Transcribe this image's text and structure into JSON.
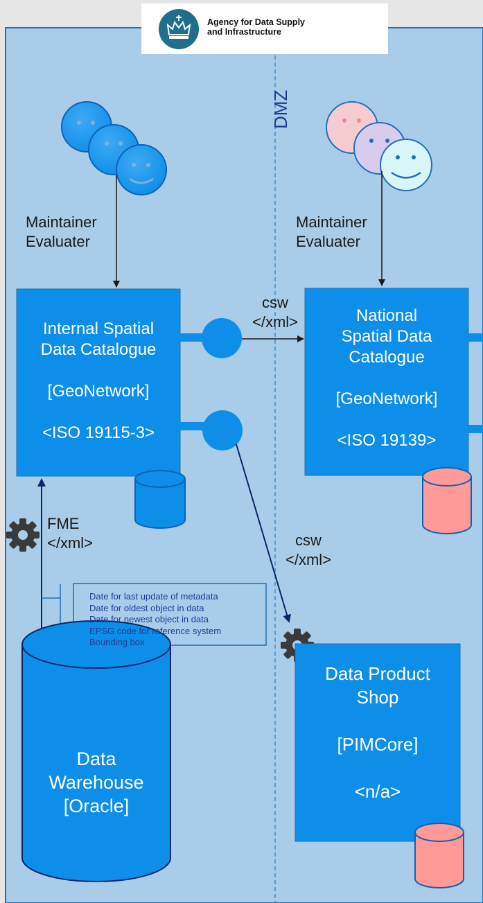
{
  "logo": {
    "text": "Agency for Data Supply\nand Infrastructure",
    "icon": "crown-icon"
  },
  "zone_label": "DMZ",
  "users_left": {
    "label": "Maintainer\nEvaluater",
    "icon": "smiley-group-icon"
  },
  "users_right": {
    "label": "Maintainer\nEvaluater",
    "icon": "smiley-group-icon"
  },
  "internal_catalogue": {
    "label": "Internal Spatial\nData Catalogue\n\n[GeoNetwork]\n\n<ISO 19115-3>"
  },
  "national_catalogue": {
    "label": "National\nSpatial Data\nCatalogue\n\n[GeoNetwork]\n\n<ISO 19139>"
  },
  "data_product_shop": {
    "label": "Data Product\nShop\n\n[PIMCore]\n\n<n/a>"
  },
  "data_warehouse": {
    "label": "Data\nWarehouse\n[Oracle]"
  },
  "edges": {
    "csw_top": "csw\n</xml>",
    "csw_bottom": "csw\n</xml>",
    "fme": "FME\n</xml>"
  },
  "note": {
    "lines": "Date for last update of metadata\nDate for oldest object in data\nDate for newest object in data\nEPSG code for reference system\nBounding box"
  },
  "colors": {
    "background": "#a9cde9",
    "node": "#0d8ee9",
    "node_dark": "#0b63b5",
    "pink_db": "#ff9a98",
    "arrow_dark": "#1a1a1a",
    "arrow_navy": "#0b2566"
  }
}
